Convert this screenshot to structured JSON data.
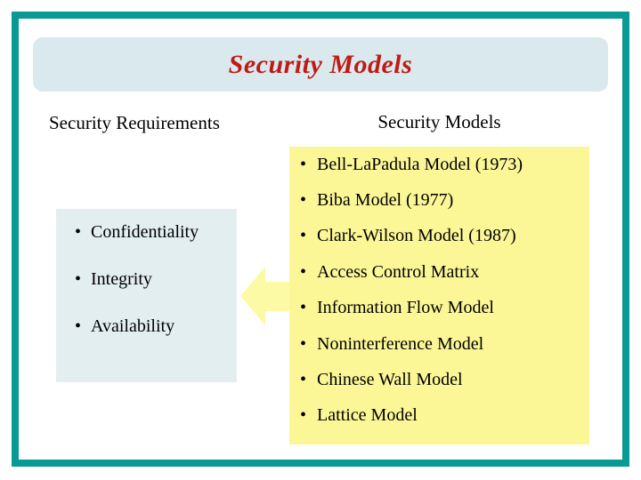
{
  "slide_title": "Security Models",
  "left_column": {
    "heading": "Security Requirements",
    "items": [
      "Confidentiality",
      "Integrity",
      "Availability"
    ]
  },
  "right_column": {
    "heading": "Security Models",
    "items": [
      "Bell-LaPadula Model (1973)",
      "Biba Model (1977)",
      "Clark-Wilson Model (1987)",
      "Access Control Matrix",
      "Information Flow Model",
      "Noninterference Model",
      "Chinese Wall Model",
      "Lattice Model"
    ]
  },
  "glyphs": {
    "bullet": "•"
  },
  "colors": {
    "frame_border": "#0a9a96",
    "title_bar_bg": "#d9e9ed",
    "title_text": "#bf1b15",
    "requirements_box_bg": "#e3eef1",
    "models_box_bg": "#fcf796",
    "arrow_fill": "#fdfaa6",
    "body_text": "#000000"
  }
}
